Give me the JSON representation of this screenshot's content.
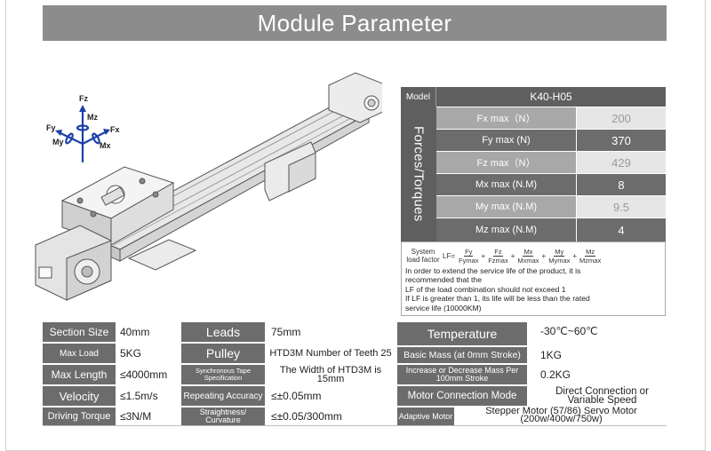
{
  "header": {
    "title": "Module Parameter"
  },
  "axes": {
    "fz": "Fz",
    "mz": "Mz",
    "fy": "Fy",
    "my": "My",
    "fx": "Fx",
    "mx": "Mx"
  },
  "param_table": {
    "model_label": "Model",
    "model_value": "K40-H05",
    "group_label": "Forces/Torques",
    "rows": [
      {
        "key": "Fx max（N）",
        "value": "200"
      },
      {
        "key": "Fy max (N)",
        "value": "370"
      },
      {
        "key": "Fz max（N）",
        "value": "429"
      },
      {
        "key": "Mx max (N.M)",
        "value": "8"
      },
      {
        "key": "My max (N.M)",
        "value": "9.5"
      },
      {
        "key": "Mz max (N.M)",
        "value": "4"
      }
    ]
  },
  "note": {
    "factor_label": "System load factor",
    "lf": "LF=",
    "fractions": [
      {
        "num": "Fy",
        "den": "Fymax"
      },
      {
        "num": "Fz",
        "den": "Fzmax"
      },
      {
        "num": "Mx",
        "den": "Mxmax"
      },
      {
        "num": "My",
        "den": "Mymax"
      },
      {
        "num": "Mz",
        "den": "Mzmax"
      }
    ],
    "plus": "+",
    "lines": [
      "In order to extend the service life of the product, it is",
      "recommended that the",
      "LF of the load combination should not exceed 1",
      "If LF is greater than 1, its life will be less than the rated",
      "service life (10000KM)"
    ]
  },
  "spec_table": {
    "section_size_label": "Section Size",
    "section_size": "40mm",
    "max_load_label": "Max Load",
    "max_load": "5KG",
    "max_length_label": "Max Length",
    "max_length": "≤4000mm",
    "velocity_label": "Velocity",
    "velocity": "≤1.5m/s",
    "driving_torque_label": "Driving Torque",
    "driving_torque": "≤3N/M",
    "leads_label": "Leads",
    "leads": "75mm",
    "pulley_label": "Pulley",
    "pulley": "HTD3M Number of Teeth 25",
    "belt_label": "Synchronous Tape Specification",
    "belt": "The Width of HTD3M is 15mm",
    "repeat_label": "Repeating Accuracy",
    "repeat": "≤±0.05mm",
    "straight_label": "Straightness/ Curvature",
    "straight": "≤±0.05/300mm",
    "temp_label": "Temperature",
    "temp": "-30℃~60℃",
    "basic_mass_label": "Basic Mass (at 0mm Stroke)",
    "basic_mass": "1KG",
    "mass_inc_label": "Increase or Decrease Mass Per 100mm Stroke",
    "mass_inc": "0.2KG",
    "motor_conn_label": "Motor Connection Mode",
    "motor_conn": "Direct Connection or Variable Speed",
    "adaptive_label": "Adaptive Motor",
    "adaptive": "Stepper Motor (57/86) Servo Motor (200w/400w/750w)"
  },
  "colors": {
    "title_bar": "#8c8c8c",
    "dark_cell": "#6c6c6c",
    "light_cell": "#a8a8a8",
    "axis_blue": "#1c3fa8"
  }
}
